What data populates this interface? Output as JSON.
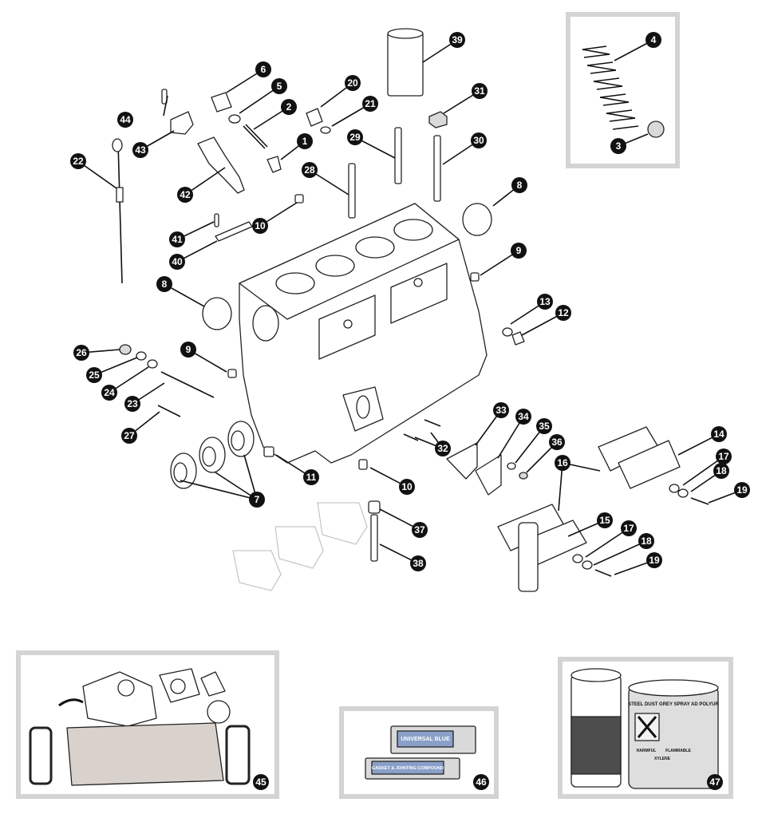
{
  "callouts": [
    "1",
    "2",
    "3",
    "4",
    "5",
    "6",
    "7",
    "8",
    "9",
    "10",
    "11",
    "12",
    "13",
    "14",
    "15",
    "16",
    "17",
    "18",
    "19",
    "20",
    "21",
    "22",
    "23",
    "24",
    "25",
    "26",
    "27",
    "28",
    "29",
    "30",
    "31",
    "32",
    "33",
    "34",
    "35",
    "36",
    "37",
    "38",
    "39",
    "40",
    "41",
    "42",
    "43",
    "44",
    "45",
    "46",
    "47"
  ],
  "tube_label": {
    "top_line": "UNIVERSAL BLUE",
    "bottom_line": "GASKET & JOINTING COMPOUND"
  },
  "paint_tin": {
    "header": "STEEL DUST GREY SPRAY AD POLYUR",
    "hazard_1": "HARMFUL",
    "hazard_2": "FLAMMABLE",
    "contains": "XYLENE"
  }
}
